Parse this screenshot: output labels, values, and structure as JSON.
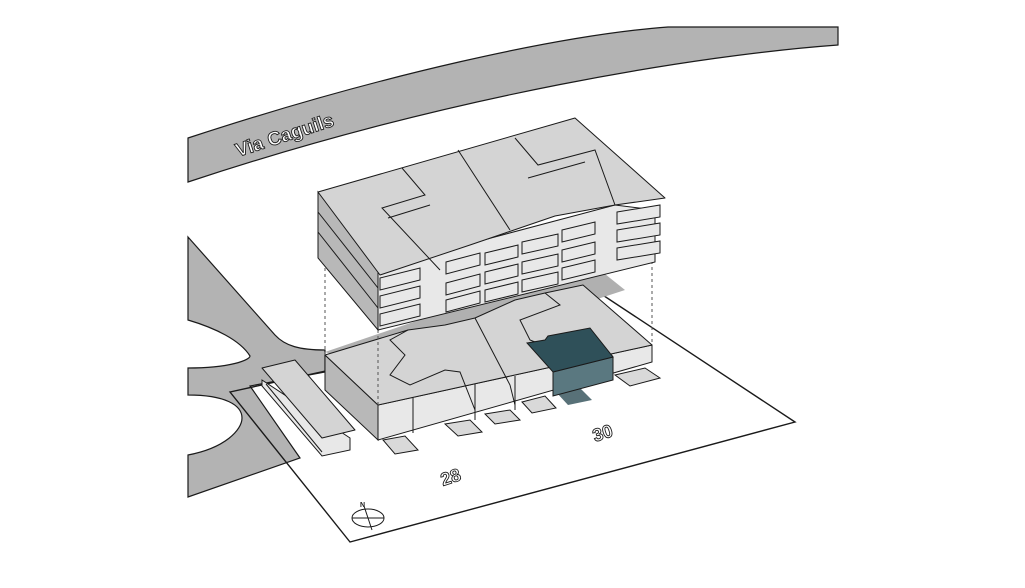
{
  "diagram": {
    "type": "axonometric site diagram",
    "street_label": "Via Caguils",
    "lot_labels": [
      "28",
      "30"
    ],
    "north_symbol_label": "N",
    "colors": {
      "road": "#b3b3b3",
      "roof": "#d4d4d4",
      "wall_light": "#e8e8e8",
      "wall_dark": "#b8b8b8",
      "highlight_unit_top": "#2f5059",
      "highlight_unit_side": "#5a7880",
      "background": "#ffffff"
    },
    "elements": [
      "road-via-caguils",
      "side-road-with-turnaround",
      "site-plot-boundary",
      "upper-floors-exploded",
      "ground-floor-block",
      "highlighted-unit",
      "carport-canopy",
      "north-arrow"
    ]
  }
}
